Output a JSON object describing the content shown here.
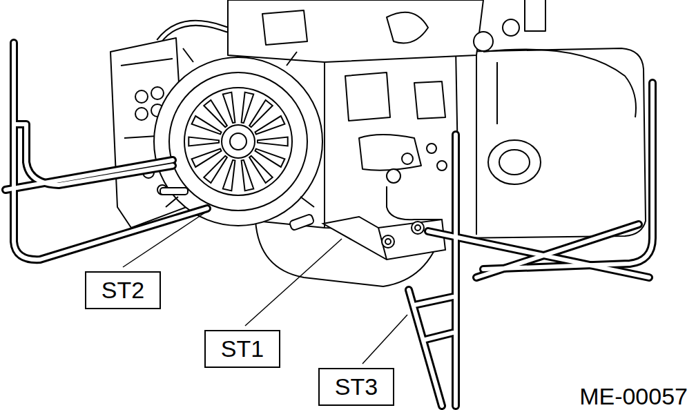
{
  "diagram": {
    "nodes": [
      {
        "text": [
          "ST2"
        ]
      },
      {
        "text": [
          "ST1"
        ]
      },
      {
        "text": [
          "ST3"
        ]
      }
    ],
    "labels": [
      "ME-00057"
    ]
  }
}
